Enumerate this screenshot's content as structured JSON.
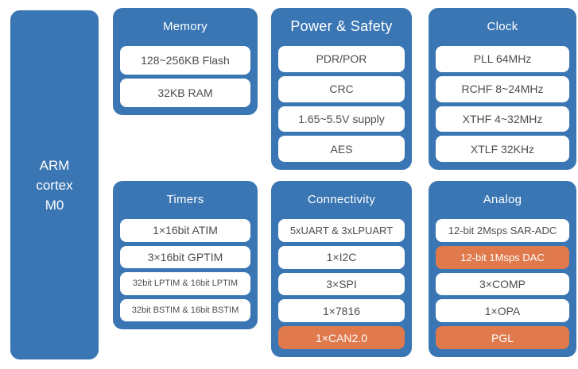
{
  "colors": {
    "block_blue": "#3A76B4",
    "highlight_orange": "#E0794B",
    "pill_background": "#FFFFFF",
    "pill_text": "#4D4D4D",
    "title_text": "#FFFFFF",
    "page_background": "#FFFFFF"
  },
  "cpu": {
    "lines": [
      "ARM",
      "cortex",
      "M0"
    ]
  },
  "blocks": {
    "memory": {
      "title": "Memory",
      "items": [
        {
          "label": "128~256KB Flash",
          "highlight": false
        },
        {
          "label": "32KB RAM",
          "highlight": false
        }
      ]
    },
    "power": {
      "title": "Power & Safety",
      "items": [
        {
          "label": "PDR/POR",
          "highlight": false
        },
        {
          "label": "CRC",
          "highlight": false
        },
        {
          "label": "1.65~5.5V supply",
          "highlight": false
        },
        {
          "label": "AES",
          "highlight": false
        }
      ]
    },
    "clock": {
      "title": "Clock",
      "items": [
        {
          "label": "PLL 64MHz",
          "highlight": false
        },
        {
          "label": "RCHF 8~24MHz",
          "highlight": false
        },
        {
          "label": "XTHF 4~32MHz",
          "highlight": false
        },
        {
          "label": "XTLF 32KHz",
          "highlight": false
        }
      ]
    },
    "timers": {
      "title": "Timers",
      "items": [
        {
          "label": "1×16bit ATIM",
          "highlight": false
        },
        {
          "label": "3×16bit GPTIM",
          "highlight": false
        },
        {
          "label": "32bit LPTIM & 16bit LPTIM",
          "highlight": false
        },
        {
          "label": "32bit BSTIM & 16bit BSTIM",
          "highlight": false
        }
      ]
    },
    "connectivity": {
      "title": "Connectivity",
      "items": [
        {
          "label": "5xUART & 3xLPUART",
          "highlight": false
        },
        {
          "label": "1×I2C",
          "highlight": false
        },
        {
          "label": "3×SPI",
          "highlight": false
        },
        {
          "label": "1×7816",
          "highlight": false
        },
        {
          "label": "1×CAN2.0",
          "highlight": true
        }
      ]
    },
    "analog": {
      "title": "Analog",
      "items": [
        {
          "label": "12-bit 2Msps SAR-ADC",
          "highlight": false
        },
        {
          "label": "12-bit 1Msps DAC",
          "highlight": true
        },
        {
          "label": "3×COMP",
          "highlight": false
        },
        {
          "label": "1×OPA",
          "highlight": false
        },
        {
          "label": "PGL",
          "highlight": true
        }
      ]
    }
  }
}
